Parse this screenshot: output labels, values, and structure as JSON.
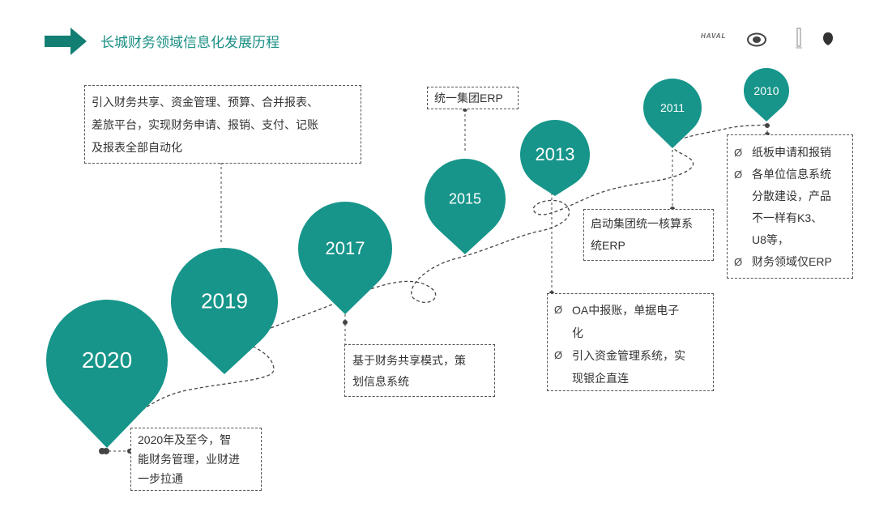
{
  "header": {
    "title": "长城财务领域信息化发展历程",
    "accent_color": "#137e73",
    "logo_brand": "HAVAL"
  },
  "pin_color": "#17958a",
  "milestones": [
    {
      "year": "2020"
    },
    {
      "year": "2019"
    },
    {
      "year": "2017"
    },
    {
      "year": "2015"
    },
    {
      "year": "2013"
    },
    {
      "year": "2011"
    },
    {
      "year": "2010"
    }
  ],
  "boxes": {
    "b2020": {
      "lines": [
        "2020年及至今，智",
        "能财务管理，业财进",
        "一步拉通"
      ]
    },
    "b2019": {
      "lines": [
        "引入财务共享、资金管理、预算、合并报表、",
        "差旅平台，实现财务申请、报销、支付、记账",
        "及报表全部自动化"
      ]
    },
    "b2017": {
      "lines": [
        "基于财务共享模式，策",
        "划信息系统"
      ]
    },
    "b2015": {
      "lines": [
        "统一集团ERP"
      ]
    },
    "b2013": {
      "bullet_mark": "Ø",
      "items": [
        {
          "lines": [
            "OA中报账，单据电子",
            "化"
          ]
        },
        {
          "lines": [
            "引入资金管理系统，实",
            "现银企直连"
          ]
        }
      ]
    },
    "b2011": {
      "lines": [
        "启动集团统一核算系",
        "统ERP"
      ]
    },
    "b2010": {
      "bullet_mark": "Ø",
      "items": [
        {
          "lines": [
            "纸板申请和报销"
          ]
        },
        {
          "lines": [
            "各单位信息系统",
            "分散建设，产品",
            "不一样有K3、",
            "U8等，"
          ]
        },
        {
          "lines": [
            "财务领域仅ERP"
          ]
        }
      ]
    }
  }
}
